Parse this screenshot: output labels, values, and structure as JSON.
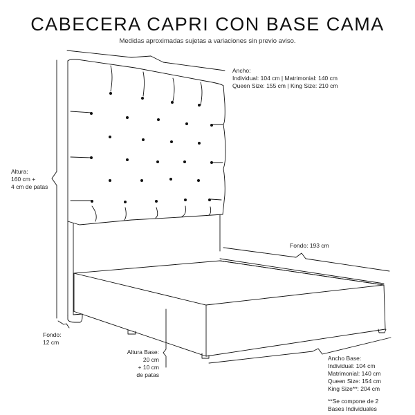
{
  "header": {
    "title": "CABECERA CAPRI CON BASE CAMA",
    "subtitle": "Medidas aproximadas sujetas a variaciones sin previo aviso."
  },
  "annotations": {
    "ancho": {
      "heading": "Ancho:",
      "line1": "Individual: 104 cm | Matrimonial: 140 cm",
      "line2": "Queen Size: 155 cm | King Size: 210 cm"
    },
    "altura": {
      "heading": "Altura:",
      "line1": "160 cm +",
      "line2": "4 cm de patas"
    },
    "fondo_base": {
      "text": "Fondo: 193 cm"
    },
    "fondo_cabecera": {
      "heading": "Fondo:",
      "line1": "12 cm"
    },
    "altura_base": {
      "heading": "Altura Base:",
      "line1": "20 cm",
      "line2": "+ 10 cm",
      "line3": "de patas"
    },
    "ancho_base": {
      "heading": "Ancho Base:",
      "line1": "Individual: 104 cm",
      "line2": "Matrimonial: 140 cm",
      "line3": "Queen Size: 154 cm",
      "line4": "King Size**: 204 cm",
      "note1": "**Se compone de 2",
      "note2": "Bases Individuales"
    }
  },
  "colors": {
    "line": "#111111",
    "text": "#222222",
    "background": "#ffffff"
  }
}
